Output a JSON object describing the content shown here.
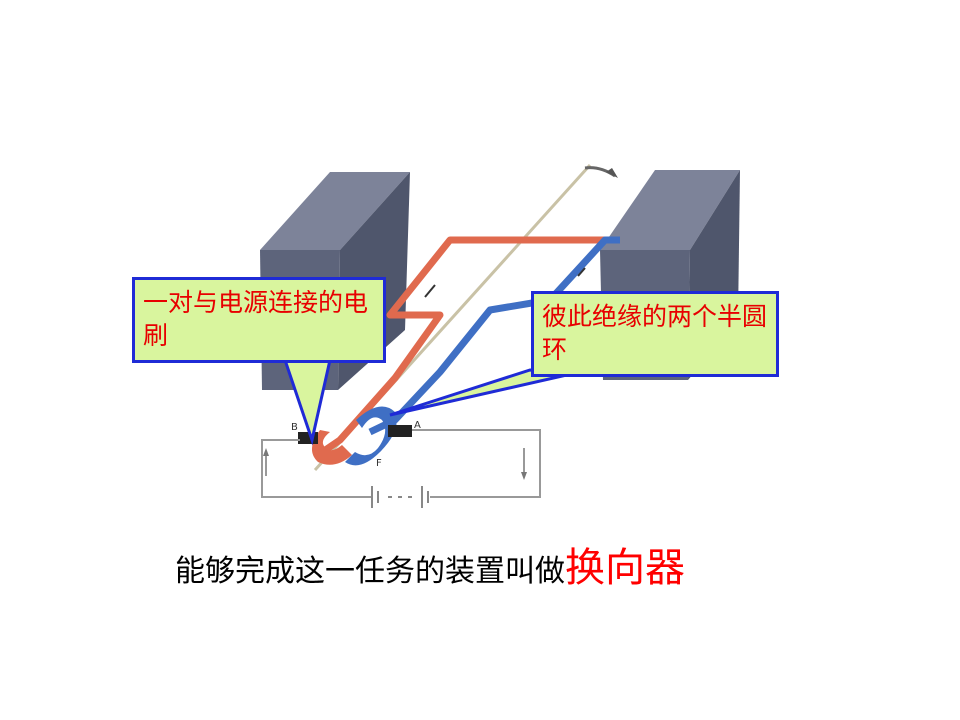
{
  "callouts": {
    "brush": {
      "text": "一对与电源连接的电刷"
    },
    "ring": {
      "text": "彼此绝缘的两个半圆环"
    }
  },
  "diagram_labels": {
    "brush_left": "B",
    "brush_right": "A",
    "ring_segment": "F"
  },
  "caption": {
    "prefix": "能够完成这一任务的装置叫做",
    "highlight": "换向器"
  },
  "colors": {
    "magnet": "#5a6177",
    "coil_red": "#e06a4e",
    "coil_blue": "#3f6fc4",
    "callout_fill": "#d9f59e",
    "callout_border": "#1f2bd6",
    "callout_text": "#e80000",
    "highlight_text": "#ff0000"
  }
}
